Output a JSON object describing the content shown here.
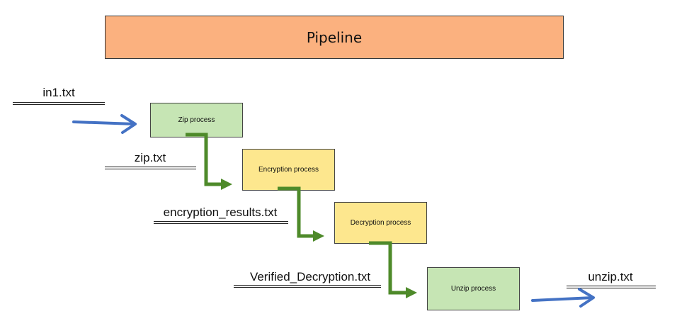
{
  "title": "Pipeline",
  "processes": [
    {
      "label": "Zip process",
      "color": "#c6e5b4"
    },
    {
      "label": "Encryption process",
      "color": "#fde78e"
    },
    {
      "label": "Decryption process",
      "color": "#fde78e"
    },
    {
      "label": "Unzip process",
      "color": "#c6e5b4"
    }
  ],
  "files": {
    "input": "in1.txt",
    "zip": "zip.txt",
    "encryption": "encryption_results.txt",
    "decryption": "Verified_Decryption.txt",
    "output": "unzip.txt"
  },
  "colors": {
    "title_bg": "#fbb17f",
    "blue_arrow": "#4472c4",
    "green_arrow": "#4e8a2a"
  }
}
